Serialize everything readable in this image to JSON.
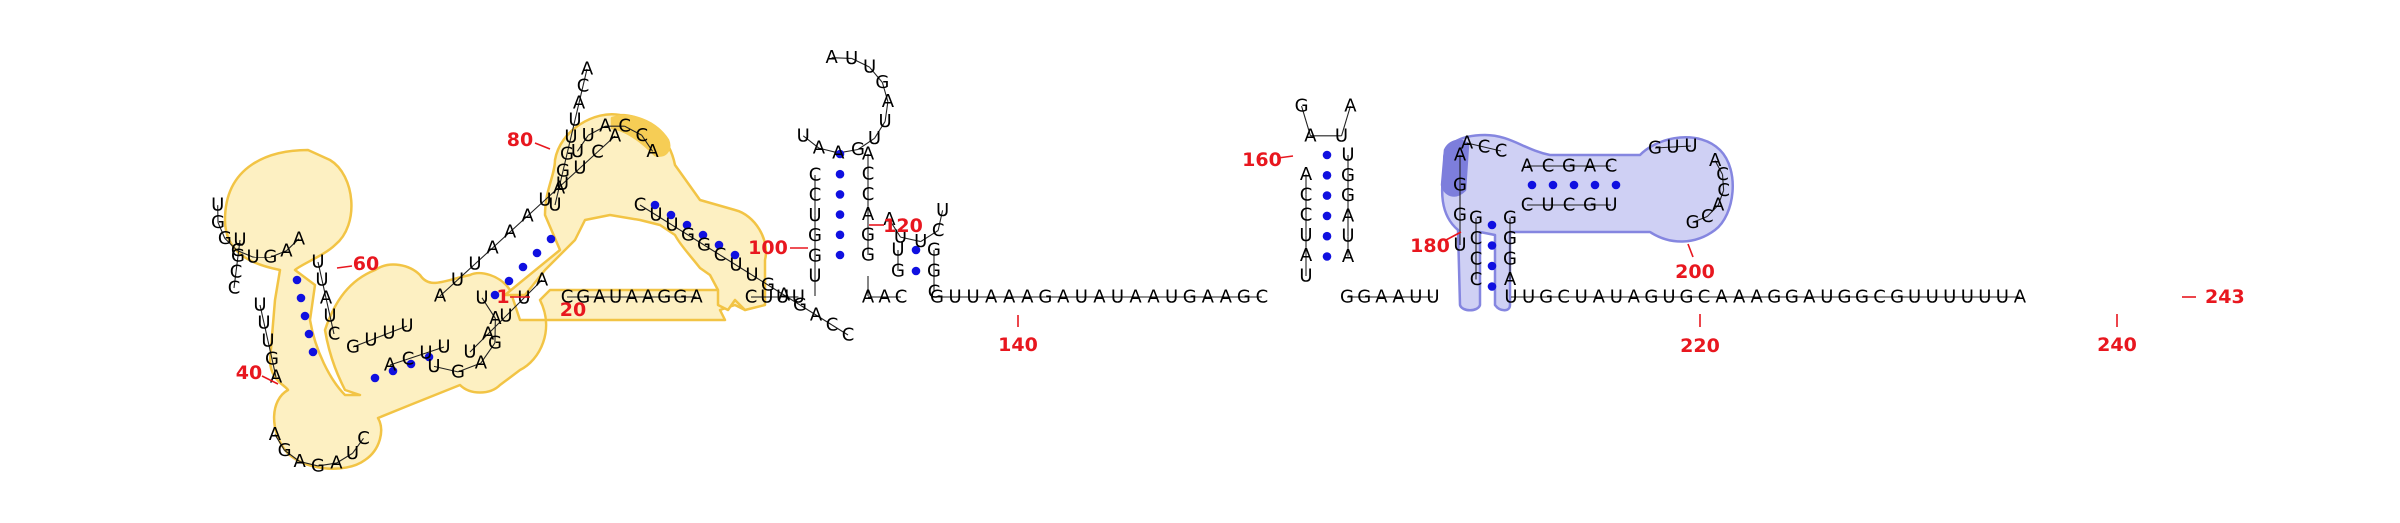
{
  "diagram": {
    "colors": {
      "nucleotide": "#000000",
      "base_pair_dot": "#1010e0",
      "index_label": "#e8171f",
      "highlight_yellow_fill": "#fdf0c2",
      "highlight_yellow_stroke": "#f2c445",
      "highlight_yellow_strong": "#f6cd55",
      "highlight_blue_fill": "#cfd0f4",
      "highlight_blue_stroke": "#8586e0",
      "highlight_blue_strong": "#7d7edc"
    },
    "index_labels": [
      {
        "id": "1",
        "text": "1"
      },
      {
        "id": "20",
        "text": "20"
      },
      {
        "id": "40",
        "text": "40"
      },
      {
        "id": "60",
        "text": "60"
      },
      {
        "id": "80",
        "text": "80"
      },
      {
        "id": "100",
        "text": "100"
      },
      {
        "id": "120",
        "text": "120"
      },
      {
        "id": "140",
        "text": "140"
      },
      {
        "id": "160",
        "text": "160"
      },
      {
        "id": "180",
        "text": "180"
      },
      {
        "id": "200",
        "text": "200"
      },
      {
        "id": "220",
        "text": "220"
      },
      {
        "id": "240",
        "text": "240"
      },
      {
        "id": "243",
        "text": "243"
      }
    ],
    "segments": [
      {
        "id": "left_backbone_a",
        "letters": [
          "C",
          "G",
          "A",
          "U",
          "A",
          "A",
          "G",
          "G",
          "A"
        ]
      },
      {
        "id": "left_backbone_b",
        "letters": [
          "C",
          "U",
          "U",
          "U"
        ]
      },
      {
        "id": "hp1_left",
        "letters": [
          "U",
          "G",
          "G",
          "U",
          "C",
          "C"
        ]
      },
      {
        "id": "hp1_loop",
        "letters": [
          "U",
          "A",
          "A",
          "G",
          "U",
          "U",
          "A",
          "G",
          "U",
          "U",
          "A"
        ]
      },
      {
        "id": "hp1_right",
        "letters": [
          "A",
          "C",
          "C",
          "A",
          "G",
          "G"
        ]
      },
      {
        "id": "link_a",
        "letters": [
          "A",
          "A",
          "C"
        ]
      },
      {
        "id": "hp2_left",
        "letters": [
          "G",
          "U"
        ]
      },
      {
        "id": "hp2_loop",
        "letters": [
          "A",
          "U",
          "U",
          "C",
          "U"
        ]
      },
      {
        "id": "hp2_right",
        "letters": [
          "G",
          "G",
          "C"
        ]
      },
      {
        "id": "backbone_mid",
        "letters": [
          "G",
          "U",
          "U",
          "A",
          "A",
          "A",
          "G",
          "A",
          "U",
          "A",
          "U",
          "A",
          "A",
          "U",
          "G",
          "A",
          "A",
          "G",
          "C"
        ]
      },
      {
        "id": "hp3_left",
        "letters": [
          "U",
          "A",
          "U",
          "C",
          "C",
          "A"
        ]
      },
      {
        "id": "hp3_loop",
        "letters": [
          "G",
          "A",
          "U",
          "A"
        ]
      },
      {
        "id": "hp3_right",
        "letters": [
          "U",
          "G",
          "G",
          "A",
          "U",
          "A"
        ]
      },
      {
        "id": "backbone_c",
        "letters": [
          "G",
          "G",
          "A",
          "A",
          "U",
          "U"
        ]
      },
      {
        "id": "blue_left_stem",
        "letters": [
          "A",
          "G",
          "G",
          "U"
        ]
      },
      {
        "id": "blue_top_left",
        "letters": [
          "A",
          "C",
          "C"
        ]
      },
      {
        "id": "blue_top_mid",
        "letters": [
          "A",
          "C",
          "G",
          "A",
          "C"
        ]
      },
      {
        "id": "blue_top_right",
        "letters": [
          "G",
          "U",
          "U"
        ]
      },
      {
        "id": "blue_right_loop",
        "letters": [
          "A",
          "C",
          "C",
          "A",
          "C",
          "G"
        ]
      },
      {
        "id": "blue_bottom_mid",
        "letters": [
          "C",
          "U",
          "C",
          "G",
          "U"
        ]
      },
      {
        "id": "blue_inner_left",
        "letters": [
          "G",
          "C",
          "C",
          "C"
        ]
      },
      {
        "id": "blue_inner_right",
        "letters": [
          "G",
          "G",
          "G",
          "A"
        ]
      },
      {
        "id": "backbone_tail",
        "letters": [
          "U",
          "U",
          "G",
          "C",
          "U",
          "A",
          "U",
          "A",
          "G",
          "U",
          "G",
          "C",
          "A",
          "A",
          "A",
          "G",
          "G",
          "A",
          "U",
          "G",
          "G",
          "C",
          "G",
          "U",
          "U",
          "U",
          "U",
          "U",
          "U",
          "A"
        ]
      },
      {
        "id": "y_loop_top",
        "letters": [
          "U",
          "G",
          "G",
          "C",
          "U",
          "G",
          "A",
          "A"
        ]
      },
      {
        "id": "y_loop_left",
        "letters": [
          "U",
          "G",
          "C",
          "C"
        ]
      },
      {
        "id": "y_stem_left",
        "letters": [
          "U",
          "U",
          "U",
          "G",
          "A"
        ]
      },
      {
        "id": "y_stem_right",
        "letters": [
          "U",
          "U",
          "A",
          "U",
          "C"
        ]
      },
      {
        "id": "y_stem_right2",
        "letters": [
          "G",
          "U",
          "U",
          "U"
        ]
      },
      {
        "id": "y_bottom_loop",
        "letters": [
          "A",
          "G",
          "A",
          "G",
          "A",
          "U",
          "C"
        ]
      },
      {
        "id": "y_bulge",
        "letters": [
          "A",
          "C",
          "U",
          "U"
        ]
      },
      {
        "id": "y_inner_stem",
        "letters": [
          "U",
          "A",
          "U",
          "U",
          "A"
        ]
      },
      {
        "id": "y_small_loop",
        "letters": [
          "U",
          "G",
          "A",
          "G",
          "A",
          "U"
        ]
      },
      {
        "id": "y_right_loop",
        "letters": [
          "A",
          "U",
          "U",
          "A",
          "A",
          "A",
          "U",
          "U",
          "U",
          "C",
          "A"
        ]
      },
      {
        "id": "y_top_hp",
        "letters": [
          "U",
          "A",
          "G",
          "G",
          "U",
          "U",
          "A",
          "C",
          "A"
        ]
      },
      {
        "id": "y_top_loop",
        "letters": [
          "U",
          "U",
          "A",
          "C",
          "C",
          "A"
        ]
      },
      {
        "id": "y_right_hp",
        "letters": [
          "C",
          "U",
          "U",
          "G",
          "G",
          "C",
          "U",
          "U",
          "G",
          "A",
          "G",
          "A",
          "C",
          "C"
        ]
      }
    ]
  }
}
